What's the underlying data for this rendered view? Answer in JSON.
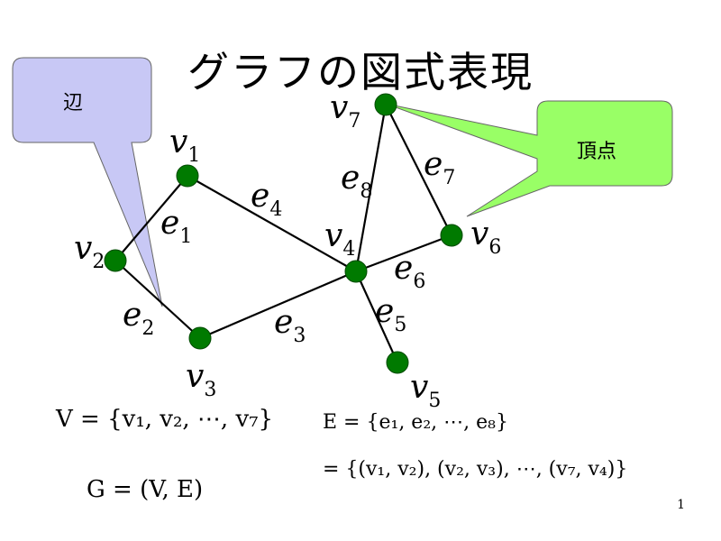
{
  "slide": {
    "title": "グラフの図式表現",
    "page_number": "1"
  },
  "callouts": {
    "edge_label": "辺",
    "edge_color": "#c8c8f5",
    "vertex_label": "頂点",
    "vertex_color": "#99ff66"
  },
  "graph": {
    "vertex_color": "#007a00",
    "vertices": [
      {
        "id": "v1",
        "base": "v",
        "sub": "1"
      },
      {
        "id": "v2",
        "base": "v",
        "sub": "2"
      },
      {
        "id": "v3",
        "base": "v",
        "sub": "3"
      },
      {
        "id": "v4",
        "base": "v",
        "sub": "4"
      },
      {
        "id": "v5",
        "base": "v",
        "sub": "5"
      },
      {
        "id": "v6",
        "base": "v",
        "sub": "6"
      },
      {
        "id": "v7",
        "base": "v",
        "sub": "7"
      }
    ],
    "edges": [
      {
        "id": "e1",
        "base": "e",
        "sub": "1",
        "from": "v1",
        "to": "v2"
      },
      {
        "id": "e2",
        "base": "e",
        "sub": "2",
        "from": "v2",
        "to": "v3"
      },
      {
        "id": "e3",
        "base": "e",
        "sub": "3",
        "from": "v3",
        "to": "v4"
      },
      {
        "id": "e4",
        "base": "e",
        "sub": "4",
        "from": "v1",
        "to": "v4"
      },
      {
        "id": "e5",
        "base": "e",
        "sub": "5",
        "from": "v4",
        "to": "v5"
      },
      {
        "id": "e6",
        "base": "e",
        "sub": "6",
        "from": "v4",
        "to": "v6"
      },
      {
        "id": "e7",
        "base": "e",
        "sub": "7",
        "from": "v6",
        "to": "v7"
      },
      {
        "id": "e8",
        "base": "e",
        "sub": "8",
        "from": "v4",
        "to": "v7"
      }
    ]
  },
  "formulas": {
    "vertex_set": "V = {v₁, v₂, ⋯, v₇}",
    "edge_set": "E = {e₁, e₂, ⋯, e₈}",
    "edge_pairs": "= {(v₁, v₂), (v₂, v₃), ⋯, (v₇, v₄)}",
    "graph_def": "G = (V, E)"
  }
}
